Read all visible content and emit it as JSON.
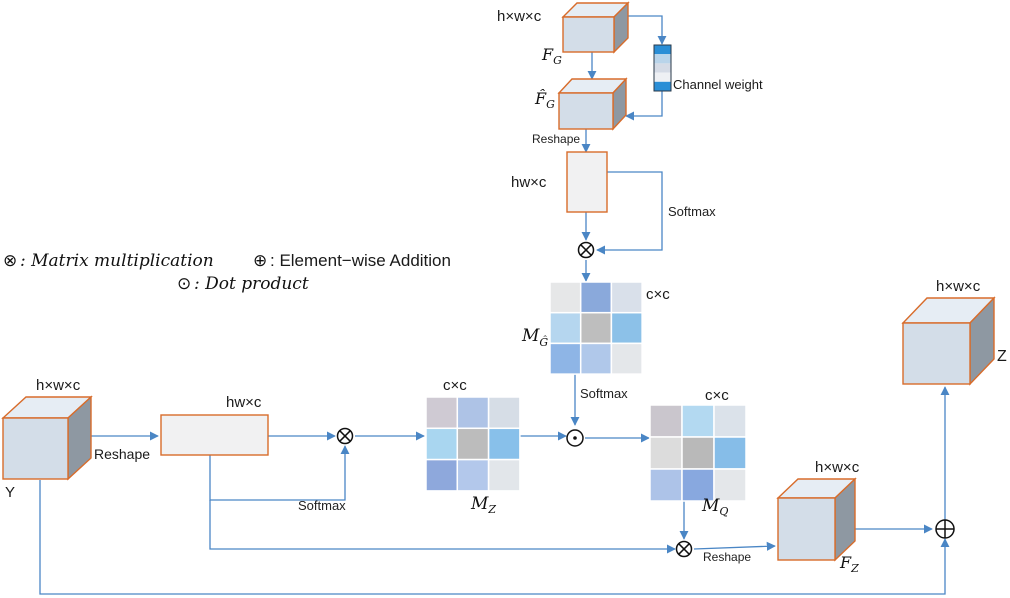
{
  "legend": {
    "matmul_symbol": "⊗",
    "matmul_text": ": Matrix multiplication",
    "add_symbol": "⊕",
    "add_text": ": Element−wise Addition",
    "dot_symbol": "⊙",
    "dot_text": ": Dot product"
  },
  "labels": {
    "top_cube_dims": "h×w×c",
    "f_g": "F",
    "f_g_sub": "G",
    "f_g_hat": "F̂",
    "f_g_hat_sub": "G",
    "channel_weight": "Channel weight",
    "reshape_top": "Reshape",
    "hwc_top": "hw×c",
    "softmax_top": "Softmax",
    "cxc_mg": "c×c",
    "m_g": "M",
    "m_g_sub": "Ĝ",
    "softmax_mid": "Softmax",
    "y_dims": "h×w×c",
    "y_label": "Y",
    "reshape_left": "Reshape",
    "hwc_left": "hw×c",
    "softmax_left": "Softmax",
    "cxc_mz": "c×c",
    "m_z": "M",
    "m_z_sub": "Z",
    "cxc_mq": "c×c",
    "m_q": "M",
    "m_q_sub": "Q",
    "reshape_bottom": "Reshape",
    "fz_dims": "h×w×c",
    "f_z": "F",
    "f_z_sub": "Z",
    "z_dims": "h×w×c",
    "z_label": "Z"
  },
  "colors": {
    "cube_front": "#d3dde8",
    "cube_top": "#e6edf4",
    "cube_side": "#8e98a2",
    "box_border": "#d86c2b",
    "arrow": "#4a86c5"
  },
  "matrices": {
    "m_g_cells": [
      "#e6e7e8",
      "#8aa9db",
      "#d9e0ea",
      "#b5d6ef",
      "#bebebe",
      "#8cc1e8",
      "#8eb5e6",
      "#b0c8ea",
      "#e4e7ea"
    ],
    "m_z_cells": [
      "#cfcad3",
      "#aec3e6",
      "#d6dde6",
      "#a9d6f0",
      "#bcbcbc",
      "#88c0ea",
      "#8ea8dc",
      "#b3c8eb",
      "#e2e6ea"
    ],
    "m_q_cells": [
      "#cac6cd",
      "#b3d9f1",
      "#dbe2ea",
      "#dcdcdc",
      "#b9b9b9",
      "#86bde8",
      "#adc3e8",
      "#88a8df",
      "#e4e7ea"
    ],
    "channel_weight_cells": [
      "#2a8ed6",
      "#b9d4ea",
      "#d5dbe6",
      "#eef0f4",
      "#2a8ed6"
    ]
  }
}
